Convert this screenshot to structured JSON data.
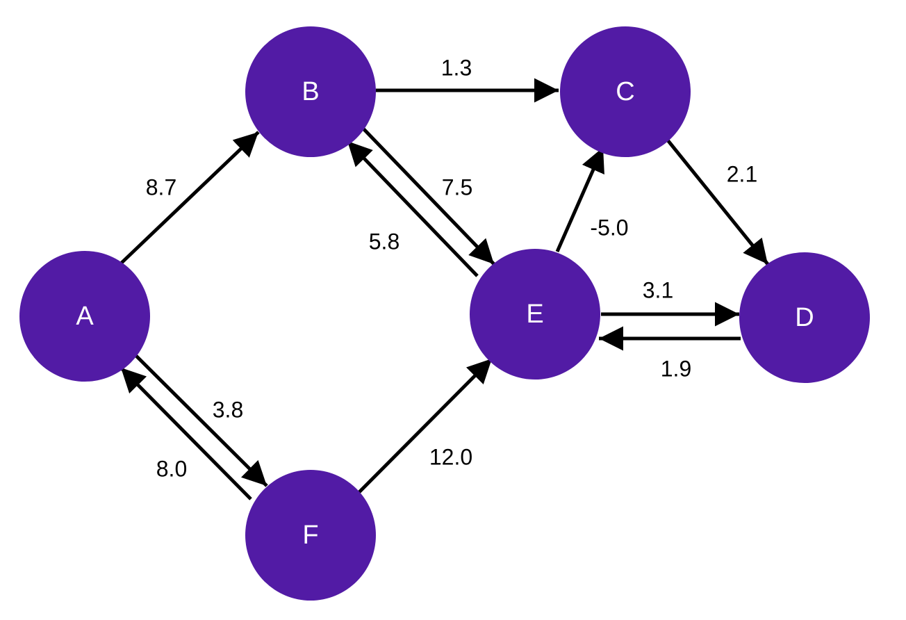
{
  "colors": {
    "node_fill": "#521BA5",
    "node_text": "#FFFFFF",
    "edge": "#000000",
    "background": "#FFFFFF"
  },
  "nodes": [
    {
      "id": "A",
      "label": "A"
    },
    {
      "id": "B",
      "label": "B"
    },
    {
      "id": "C",
      "label": "C"
    },
    {
      "id": "D",
      "label": "D"
    },
    {
      "id": "E",
      "label": "E"
    },
    {
      "id": "F",
      "label": "F"
    }
  ],
  "edges": [
    {
      "id": "A-B",
      "from": "A",
      "to": "B",
      "weight": "8.7"
    },
    {
      "id": "B-C",
      "from": "B",
      "to": "C",
      "weight": "1.3"
    },
    {
      "id": "C-D",
      "from": "C",
      "to": "D",
      "weight": "2.1"
    },
    {
      "id": "B-E",
      "from": "B",
      "to": "E",
      "weight": "7.5"
    },
    {
      "id": "E-B",
      "from": "E",
      "to": "B",
      "weight": "5.8"
    },
    {
      "id": "E-C",
      "from": "E",
      "to": "C",
      "weight": "-5.0"
    },
    {
      "id": "E-D",
      "from": "E",
      "to": "D",
      "weight": "3.1"
    },
    {
      "id": "D-E",
      "from": "D",
      "to": "E",
      "weight": "1.9"
    },
    {
      "id": "A-F",
      "from": "A",
      "to": "F",
      "weight": "3.8"
    },
    {
      "id": "F-A",
      "from": "F",
      "to": "A",
      "weight": "8.0"
    },
    {
      "id": "F-E",
      "from": "F",
      "to": "E",
      "weight": "12.0"
    }
  ]
}
